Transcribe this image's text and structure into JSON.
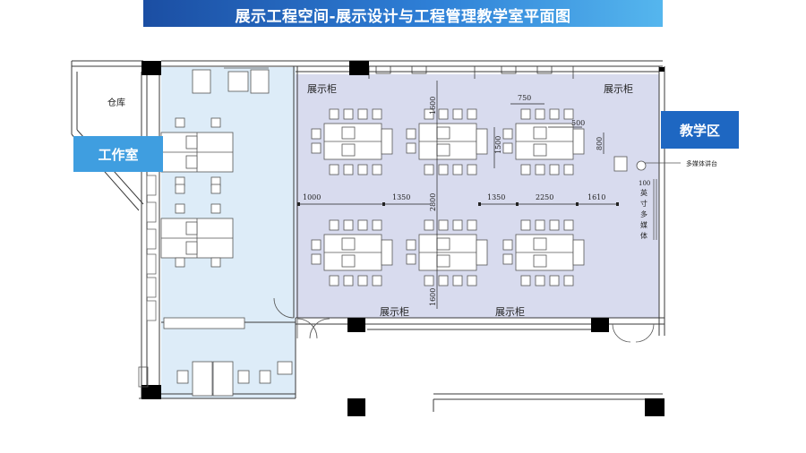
{
  "title": "展示工程空间-展示设计与工程管理教学室平面图",
  "zones": {
    "workshop_label": "工作室",
    "teaching_label": "教学区"
  },
  "rooms": {
    "storage": "仓库",
    "cabinet_top_left": "展示柜",
    "cabinet_top_right": "展示柜",
    "cabinet_bottom_left": "展示柜",
    "cabinet_bottom_right": "展示柜",
    "podium": "多媒体讲台"
  },
  "dimensions": {
    "d_1000": "1000",
    "d_1350_a": "1350",
    "d_2800": "2800",
    "d_1350_b": "1350",
    "d_2250": "2250",
    "d_1610": "1610",
    "d_750": "750",
    "d_500": "500",
    "d_800": "800",
    "d_1500": "1500",
    "d_1600_top": "1600",
    "d_1600_bottom": "1600"
  },
  "screen_label": [
    "100",
    "英",
    "寸",
    "多",
    "媒",
    "体"
  ],
  "colors": {
    "title_left": "#1b4ea3",
    "title_right": "#55b6ee",
    "workshop_fill": "#ddecf8",
    "teaching_fill": "#d8dbee",
    "workshop_tag": "#3f9ee0",
    "teaching_tag": "#1e67c2",
    "wall": "#000000",
    "line": "#3a3a3a"
  }
}
